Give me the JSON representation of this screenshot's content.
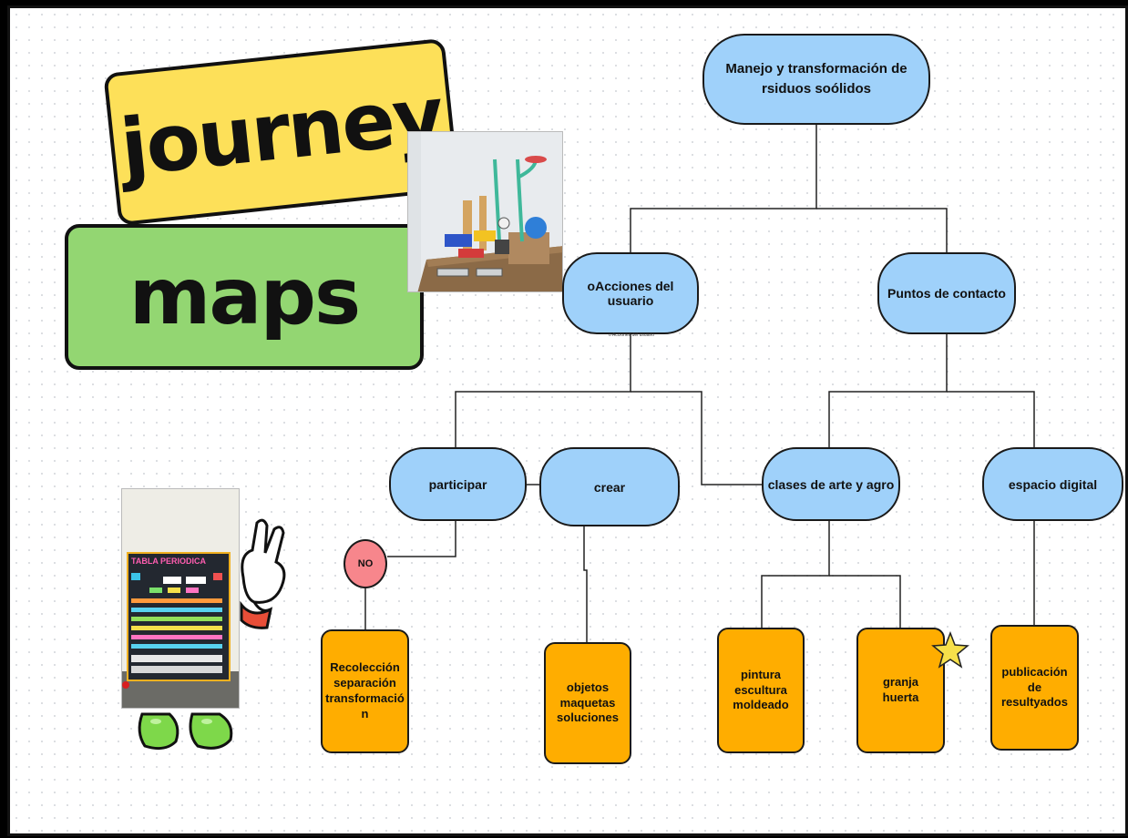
{
  "title_badges": {
    "line1": "journey",
    "line2": "maps"
  },
  "colors": {
    "blue_node": "#9fd1fa",
    "orange_node": "#ffad00",
    "no_node": "#f7868c",
    "badge_yellow": "#fde059",
    "badge_green": "#93d672"
  },
  "nodes": {
    "root": "Manejo y transformación de rsiduos soólidos",
    "acciones": "oAcciones del usuario",
    "acciones_caption": "o Acciones del usuario",
    "puntos": "Puntos de contacto",
    "participar": "participar",
    "crear": "crear",
    "clases": "clases de arte y agro",
    "espacio": "espacio digital",
    "no": "NO"
  },
  "leaves": {
    "recoleccion": [
      "Recolección",
      "separación",
      "transformació",
      "n"
    ],
    "objetos": [
      "objetos",
      "maquetas",
      "soluciones"
    ],
    "pintura": [
      "pintura",
      "escultura",
      "moldeado"
    ],
    "granja": [
      "granja",
      "huerta"
    ],
    "publicacion": [
      "publicación de",
      "resultyados"
    ]
  },
  "images": {
    "photo_top": "photo-recycled-models",
    "photo_bottom": "photo-periodic-table-poster",
    "poster_text": "TABLA PERIODICA",
    "star": "star-icon",
    "cartoon_hand": "cartoon-hand-icon"
  }
}
